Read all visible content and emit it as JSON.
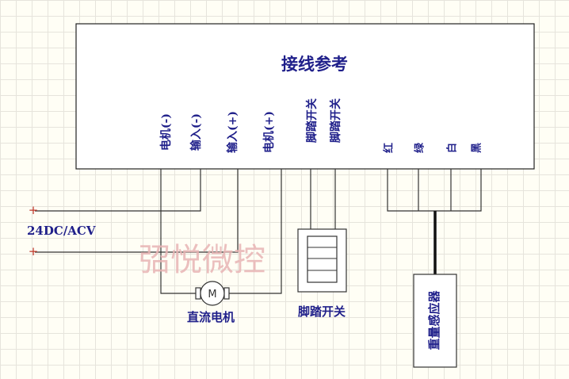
{
  "diagram": {
    "title": "接线参考",
    "terminals": [
      "电机(-)",
      "输入(-)",
      "输入(+)",
      "电机(+)",
      "脚踏开关",
      "脚踏开关",
      "红",
      "绿",
      "白",
      "黑"
    ],
    "power_label": "24DC/ACV",
    "power_plus": "+",
    "motor_label": "直流电机",
    "motor_symbol": "M",
    "foot_switch_label": "脚踏开关",
    "weight_sensor_label": "重量感应器",
    "watermark": "弨悦微控"
  },
  "colors": {
    "background": "#fffef5",
    "grid": "#e6e4dc",
    "label": "#1f1f8a",
    "wire": "#333333",
    "plus": "#c0392b",
    "watermark": "#e8b4b4"
  }
}
